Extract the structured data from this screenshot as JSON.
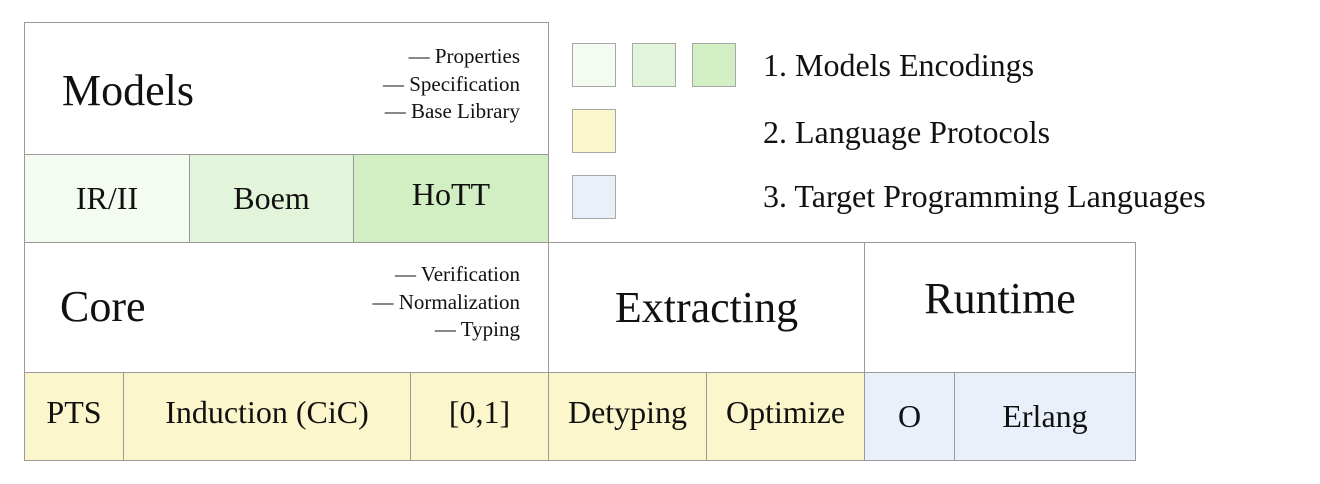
{
  "colors": {
    "green_light": "#f4fbf1",
    "green_mid": "#e2f4da",
    "green_dark": "#d2efc4",
    "yellow": "#fbf6cb",
    "blue": "#e9f0fa",
    "white": "#ffffff",
    "border": "#9a9a9a"
  },
  "models": {
    "title": "Models",
    "notes": [
      "— Properties",
      "— Specification",
      "— Base Library"
    ],
    "cells": [
      "IR/II",
      "Boem",
      "HoTT"
    ]
  },
  "core": {
    "title": "Core",
    "notes": [
      "— Verification",
      "— Normalization",
      "— Typing"
    ],
    "cells": [
      "PTS",
      "Induction (CiC)",
      "[0,1]"
    ]
  },
  "extracting": {
    "title": "Extracting",
    "cells": [
      "Detyping",
      "Optimize"
    ]
  },
  "runtime": {
    "title": "Runtime",
    "cells": [
      "O",
      "Erlang"
    ]
  },
  "legend": {
    "items": [
      {
        "label": "1. Models Encodings",
        "swatch_colors": [
          "#f4fbf1",
          "#e2f4da",
          "#d2efc4"
        ]
      },
      {
        "label": "2. Language Protocols",
        "swatch_colors": [
          "#fbf6cb"
        ]
      },
      {
        "label": "3. Target Programming Languages",
        "swatch_colors": [
          "#e9f0fa"
        ]
      }
    ]
  }
}
